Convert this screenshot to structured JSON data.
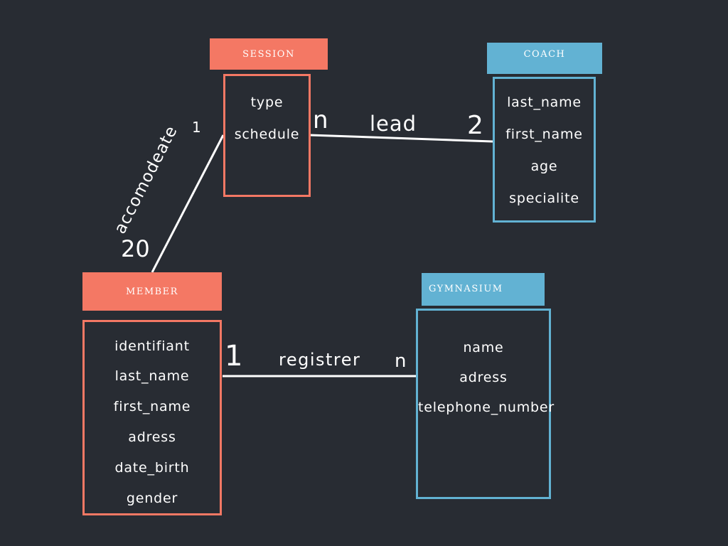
{
  "colors": {
    "background": "#282c33",
    "entity_orange": "#f47864",
    "entity_blue": "#62b2d3",
    "line": "#ffffff",
    "text": "#ffffff"
  },
  "entities": {
    "session": {
      "title": "SESSION",
      "color": "#f47864",
      "attributes": [
        "type",
        "schedule"
      ]
    },
    "coach": {
      "title": "COACH",
      "color": "#62b2d3",
      "attributes": [
        "last_name",
        "first_name",
        "age",
        "specialite"
      ]
    },
    "member": {
      "title": "MEMBER",
      "color": "#f47864",
      "attributes": [
        "identifiant",
        "last_name",
        "first_name",
        "adress",
        "date_birth",
        "gender"
      ]
    },
    "gymnasium": {
      "title": "GYMNASIUM",
      "color": "#62b2d3",
      "attributes": [
        "name",
        "adress",
        "telephone_number"
      ]
    }
  },
  "relationships": {
    "lead": {
      "label": "lead",
      "session_cardinality": "n",
      "coach_cardinality": "2"
    },
    "accomodeate": {
      "label": "accomodeate",
      "session_cardinality": "1",
      "member_cardinality": "20"
    },
    "registrer": {
      "label": "registrer",
      "member_cardinality": "1",
      "gymnasium_cardinality": "n"
    }
  }
}
